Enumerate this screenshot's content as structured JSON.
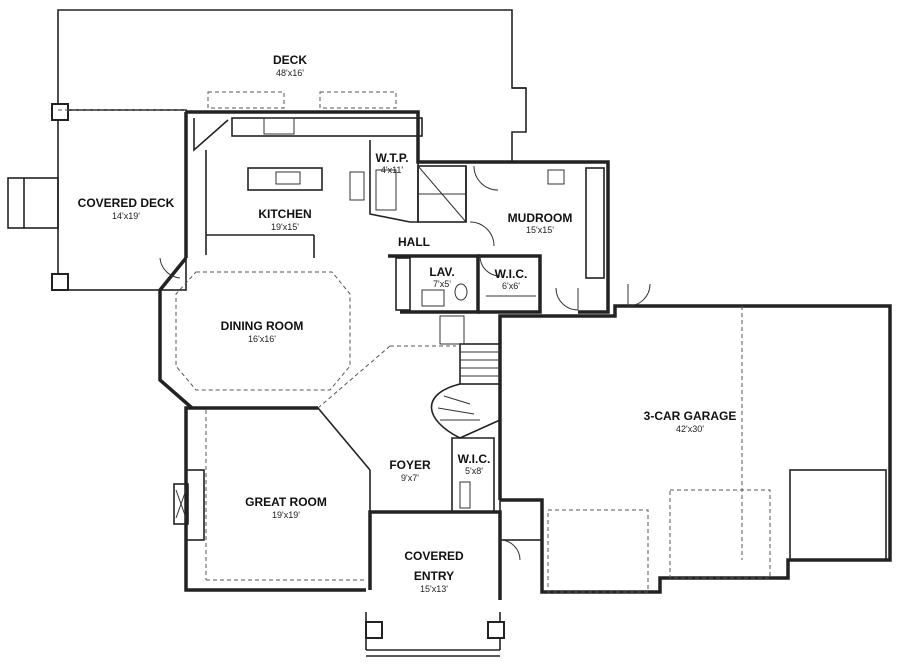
{
  "rooms": {
    "deck": {
      "name": "DECK",
      "dim": "48'x16'"
    },
    "covered_deck": {
      "name": "COVERED DECK",
      "dim": "14'x19'"
    },
    "kitchen": {
      "name": "KITCHEN",
      "dim": "19'x15'"
    },
    "wtp": {
      "name": "W.T.P.",
      "dim": "4'x11'"
    },
    "hall": {
      "name": "HALL"
    },
    "mudroom": {
      "name": "MUDROOM",
      "dim": "15'x15'"
    },
    "lav": {
      "name": "LAV.",
      "dim": "7'x5'"
    },
    "wic_mud": {
      "name": "W.I.C.",
      "dim": "6'x6'"
    },
    "dining": {
      "name": "DINING ROOM",
      "dim": "16'x16'"
    },
    "garage": {
      "name": "3-CAR GARAGE",
      "dim": "42'x30'"
    },
    "foyer": {
      "name": "FOYER",
      "dim": "9'x7'"
    },
    "wic_foyer": {
      "name": "W.I.C.",
      "dim": "5'x8'"
    },
    "great_room": {
      "name": "GREAT ROOM",
      "dim": "19'x19'"
    },
    "covered_entry": {
      "name_line1": "COVERED",
      "name_line2": "ENTRY",
      "dim": "15'x13'"
    }
  }
}
